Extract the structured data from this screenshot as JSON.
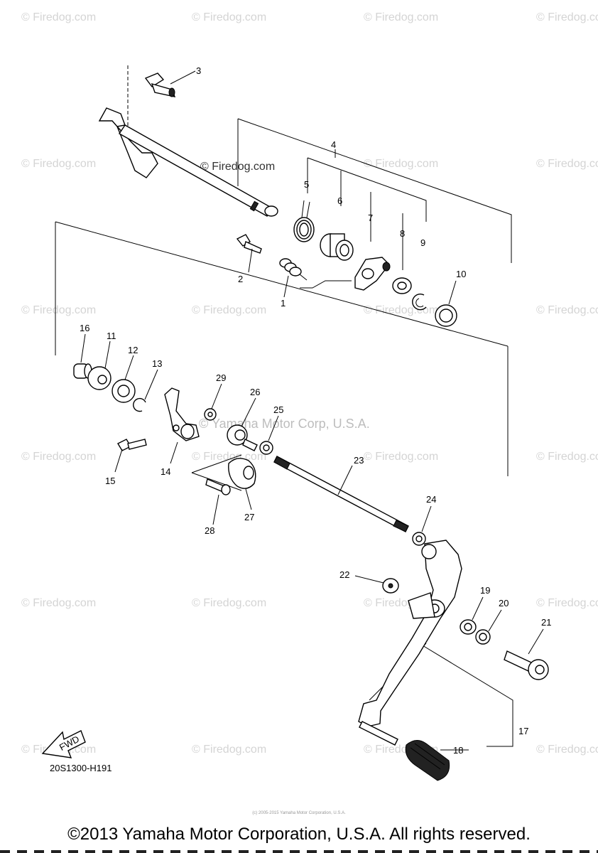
{
  "watermark_text": "© Firedog.com",
  "diagram_watermark": "© Firedog.com",
  "center_watermark": "© Yamaha Motor Corp, U.S.A.",
  "figure_code": "20S1300-H191",
  "fwd_label": "FWD",
  "copyright": "©2013 Yamaha Motor Corporation, U.S.A. All rights reserved.",
  "tiny_credit": "(c) 2005-2015 Yamaha Motor Corporation, U.S.A.",
  "callouts": {
    "p1": "1",
    "p2": "2",
    "p3": "3",
    "p4": "4",
    "p5": "5",
    "p6": "6",
    "p7": "7",
    "p8": "8",
    "p9": "9",
    "p10": "10",
    "p11": "11",
    "p12": "12",
    "p13": "13",
    "p14": "14",
    "p15": "15",
    "p16": "16",
    "p17": "17",
    "p18": "18",
    "p19": "19",
    "p20": "20",
    "p21": "21",
    "p22": "22",
    "p23": "23",
    "p24": "24",
    "p25": "25",
    "p26": "26",
    "p27": "27",
    "p28": "28",
    "p29": "29"
  },
  "colors": {
    "ink": "#000000",
    "watermark": "#d4d4d4",
    "background": "#ffffff"
  }
}
